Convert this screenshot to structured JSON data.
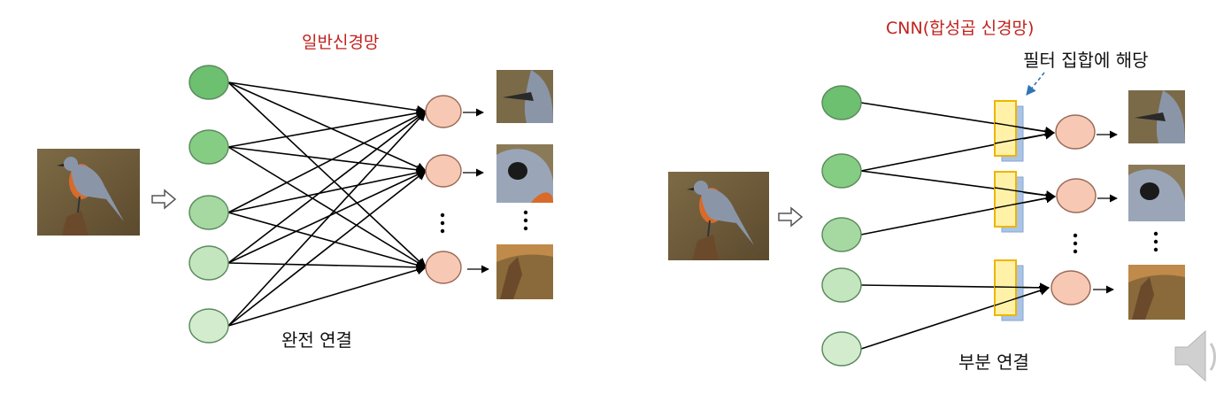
{
  "left_panel": {
    "title": "일반신경망",
    "caption": "완전 연결",
    "input_icon": "bird-photo",
    "output_icons": [
      "bird-beak-crop",
      "bird-eye-crop",
      "bird-foot-crop"
    ],
    "colors": {
      "title": "#c0221e",
      "input_node_dark": "#6cc070",
      "input_node_light": "#cde8c9",
      "output_node": "#f7c9b4",
      "node_stroke": "#5a8a5c",
      "arrow": "#000000"
    }
  },
  "right_panel": {
    "title": "CNN(합성곱 신경망)",
    "caption": "부분 연결",
    "annotation": "필터 집합에 해당",
    "input_icon": "bird-photo",
    "output_icons": [
      "bird-beak-crop",
      "bird-eye-crop",
      "bird-foot-crop"
    ],
    "colors": {
      "filter_fill": "#fff2a8",
      "filter_stroke": "#f0b400",
      "filter_back": "#aac4e8",
      "annotation_arrow": "#2e75b6"
    }
  },
  "speaker_icon": "speaker-icon"
}
